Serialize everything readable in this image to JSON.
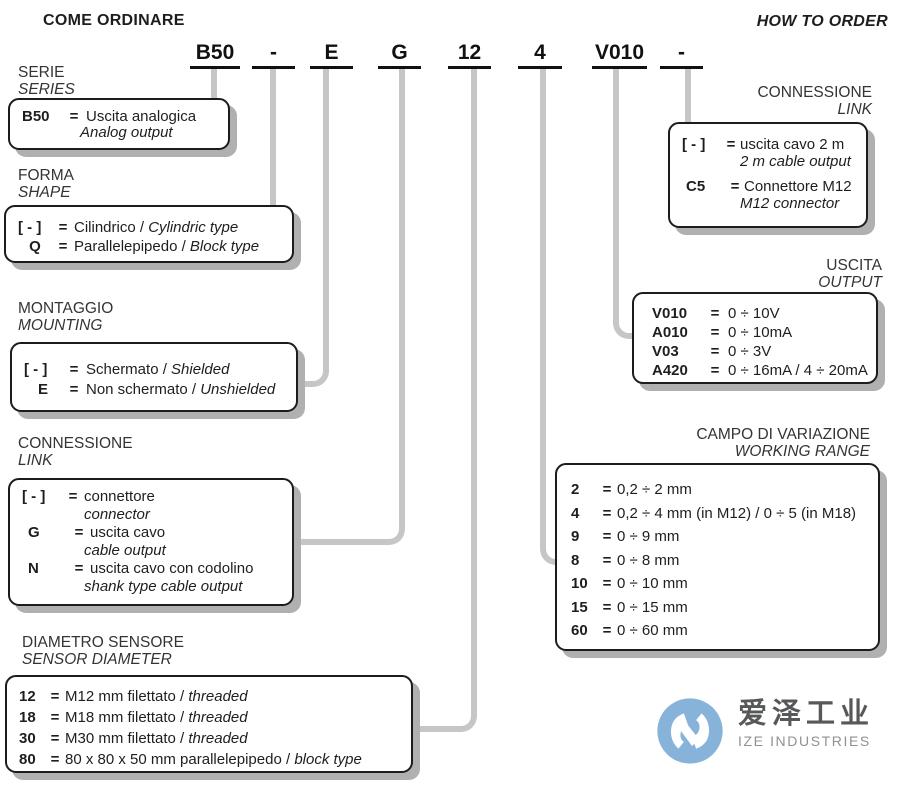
{
  "page": {
    "title_it": "COME ORDINARE",
    "title_en": "HOW TO ORDER"
  },
  "code_row": {
    "segments": [
      "B50",
      "-",
      "E",
      "G",
      "12",
      "4",
      "V010",
      "-"
    ]
  },
  "sections": {
    "serie": {
      "heading_it": "SERIE",
      "heading_en": "SERIES",
      "rows": [
        {
          "code": "B50",
          "eq": "=",
          "text": "Uscita analogica",
          "sub": "Analog output"
        }
      ]
    },
    "forma": {
      "heading_it": "FORMA",
      "heading_en": "SHAPE",
      "rows": [
        {
          "code": "[ - ]",
          "eq": "=",
          "text": "Cilindrico / ",
          "text_it": "Cylindric type"
        },
        {
          "code": "Q",
          "eq": "=",
          "text": "Parallelepipedo / ",
          "text_it": "Block type"
        }
      ]
    },
    "montaggio": {
      "heading_it": "MONTAGGIO",
      "heading_en": "MOUNTING",
      "rows": [
        {
          "code": "[ - ]",
          "eq": "=",
          "text": "Schermato / ",
          "text_it": "Shielded"
        },
        {
          "code": "E",
          "eq": "=",
          "text": "Non schermato / ",
          "text_it": "Unshielded"
        }
      ]
    },
    "connessione_sx": {
      "heading_it": "CONNESSIONE",
      "heading_en": "LINK",
      "rows": [
        {
          "code": "[ - ]",
          "eq": "=",
          "text": "connettore",
          "sub": "connector"
        },
        {
          "code": "G",
          "eq": "=",
          "text": "uscita cavo",
          "sub": "cable output"
        },
        {
          "code": "N",
          "eq": "=",
          "text": "uscita cavo con codolino",
          "sub": "shank type cable output"
        }
      ]
    },
    "diametro": {
      "heading_it": "DIAMETRO SENSORE",
      "heading_en": "SENSOR DIAMETER",
      "rows": [
        {
          "code": "12",
          "eq": "=",
          "text": "M12 mm filettato / ",
          "text_it": "threaded"
        },
        {
          "code": "18",
          "eq": "=",
          "text": "M18 mm filettato / ",
          "text_it": "threaded"
        },
        {
          "code": "30",
          "eq": "=",
          "text": "M30 mm filettato / ",
          "text_it": "threaded"
        },
        {
          "code": "80",
          "eq": "=",
          "text": "80 x 80 x 50 mm parallelepipedo / ",
          "text_it": "block type"
        }
      ]
    },
    "connessione_dx": {
      "heading_it": "CONNESSIONE",
      "heading_en": "LINK",
      "rows": [
        {
          "code": "[ - ]",
          "eq": "=",
          "text": "uscita cavo 2 m",
          "sub": "2 m cable output"
        },
        {
          "code": "C5",
          "eq": "=",
          "text": "Connettore M12",
          "sub": "M12 connector"
        }
      ]
    },
    "uscita": {
      "heading_it": "USCITA",
      "heading_en": "OUTPUT",
      "rows": [
        {
          "code": "V010",
          "eq": "=",
          "text": "0 ÷ 10V"
        },
        {
          "code": "A010",
          "eq": "=",
          "text": "0 ÷ 10mA"
        },
        {
          "code": "V03",
          "eq": "=",
          "text": "0 ÷ 3V"
        },
        {
          "code": "A420",
          "eq": "=",
          "text": "0 ÷ 16mA / 4 ÷ 20mA"
        }
      ]
    },
    "campo": {
      "heading_it": "CAMPO DI VARIAZIONE",
      "heading_en": "WORKING RANGE",
      "rows": [
        {
          "code": "2",
          "eq": "=",
          "text": "0,2 ÷ 2 mm"
        },
        {
          "code": "4",
          "eq": "=",
          "text": "0,2 ÷ 4 mm (in M12) / 0 ÷ 5 (in M18)"
        },
        {
          "code": "9",
          "eq": "=",
          "text": "0 ÷ 9 mm"
        },
        {
          "code": "8",
          "eq": "=",
          "text": "0 ÷ 8 mm"
        },
        {
          "code": "10",
          "eq": "=",
          "text": "0 ÷ 10 mm"
        },
        {
          "code": "15",
          "eq": "=",
          "text": "0 ÷ 15 mm"
        },
        {
          "code": "60",
          "eq": "=",
          "text": "0 ÷ 60 mm"
        }
      ]
    }
  },
  "logo": {
    "name_cn": "爱泽工业",
    "name_en": "IZE INDUSTRIES",
    "circle_color": "#87b3db"
  },
  "colors": {
    "line": "#c6c6c6",
    "shadow": "#b0b0b0",
    "border": "#1c1c1c"
  }
}
